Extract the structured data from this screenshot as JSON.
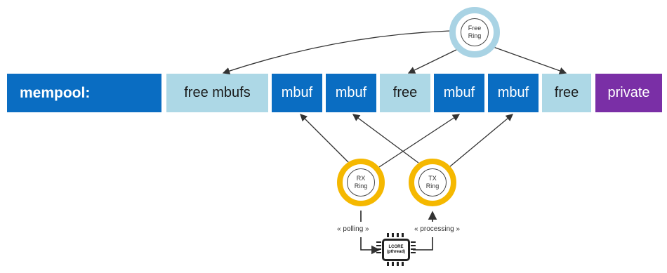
{
  "pool": {
    "segments": [
      {
        "label": "mempool:",
        "kind": "dark"
      },
      {
        "label": "free mbufs",
        "kind": "light"
      },
      {
        "label": "mbuf",
        "kind": "dark"
      },
      {
        "label": "mbuf",
        "kind": "dark"
      },
      {
        "label": "free",
        "kind": "light"
      },
      {
        "label": "mbuf",
        "kind": "dark"
      },
      {
        "label": "mbuf",
        "kind": "dark"
      },
      {
        "label": "free",
        "kind": "light"
      },
      {
        "label": "private",
        "kind": "purple"
      }
    ]
  },
  "rings": {
    "free": {
      "line1": "Free",
      "line2": "Ring"
    },
    "rx": {
      "line1": "RX",
      "line2": "Ring"
    },
    "tx": {
      "line1": "TX",
      "line2": "Ring"
    }
  },
  "lcore": {
    "line1": "LCORE",
    "line2": "(pthread)"
  },
  "notes": {
    "polling": "« polling »",
    "processing": "« processing »"
  },
  "colors": {
    "mbuf": "#0a6dc2",
    "free": "#add8e6",
    "private": "#7a2fa6",
    "ring": "#f5b800",
    "free_ring": "#a9d3e4"
  }
}
